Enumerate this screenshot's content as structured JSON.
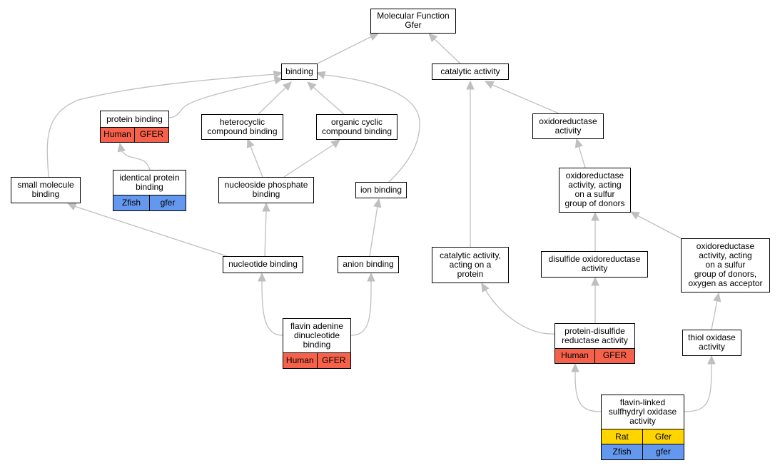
{
  "colors": {
    "edge": "#bfbfbf",
    "human": "#f5614a",
    "zfish": "#6497ee",
    "rat": "#ffd500"
  },
  "nodes": {
    "mf": {
      "label": "Molecular Function\nGfer"
    },
    "bind": {
      "label": "binding"
    },
    "cat": {
      "label": "catalytic activity"
    },
    "prot": {
      "label": "protein binding",
      "annotations": [
        {
          "species": "Human",
          "gene": "GFER"
        }
      ]
    },
    "het": {
      "label": "heterocyclic\ncompound binding"
    },
    "org": {
      "label": "organic cyclic\ncompound binding"
    },
    "oxred": {
      "label": "oxidoreductase\nactivity"
    },
    "ident": {
      "label": "identical protein\nbinding",
      "annotations": [
        {
          "species": "Zfish",
          "gene": "gfer"
        }
      ]
    },
    "small": {
      "label": "small molecule\nbinding"
    },
    "nucph": {
      "label": "nucleoside phosphate\nbinding"
    },
    "ion": {
      "label": "ion binding"
    },
    "oxs": {
      "label": "oxidoreductase\nactivity, acting\non a sulfur\ngroup of donors"
    },
    "nucl": {
      "label": "nucleotide binding"
    },
    "anion": {
      "label": "anion binding"
    },
    "catp": {
      "label": "catalytic activity,\nacting on a\nprotein"
    },
    "dis": {
      "label": "disulfide oxidoreductase\nactivity"
    },
    "oxo": {
      "label": "oxidoreductase\nactivity, acting\non a sulfur\ngroup of donors,\noxygen as acceptor"
    },
    "fad": {
      "label": "flavin adenine\ndinucleotide\nbinding",
      "annotations": [
        {
          "species": "Human",
          "gene": "GFER"
        }
      ]
    },
    "pdr": {
      "label": "protein-disulfide\nreductase activity",
      "annotations": [
        {
          "species": "Human",
          "gene": "GFER"
        }
      ]
    },
    "thiol": {
      "label": "thiol oxidase\nactivity"
    },
    "flav": {
      "label": "flavin-linked\nsulfhydryl oxidase\nactivity",
      "annotations": [
        {
          "species": "Rat",
          "gene": "Gfer"
        },
        {
          "species": "Zfish",
          "gene": "gfer"
        }
      ]
    }
  }
}
